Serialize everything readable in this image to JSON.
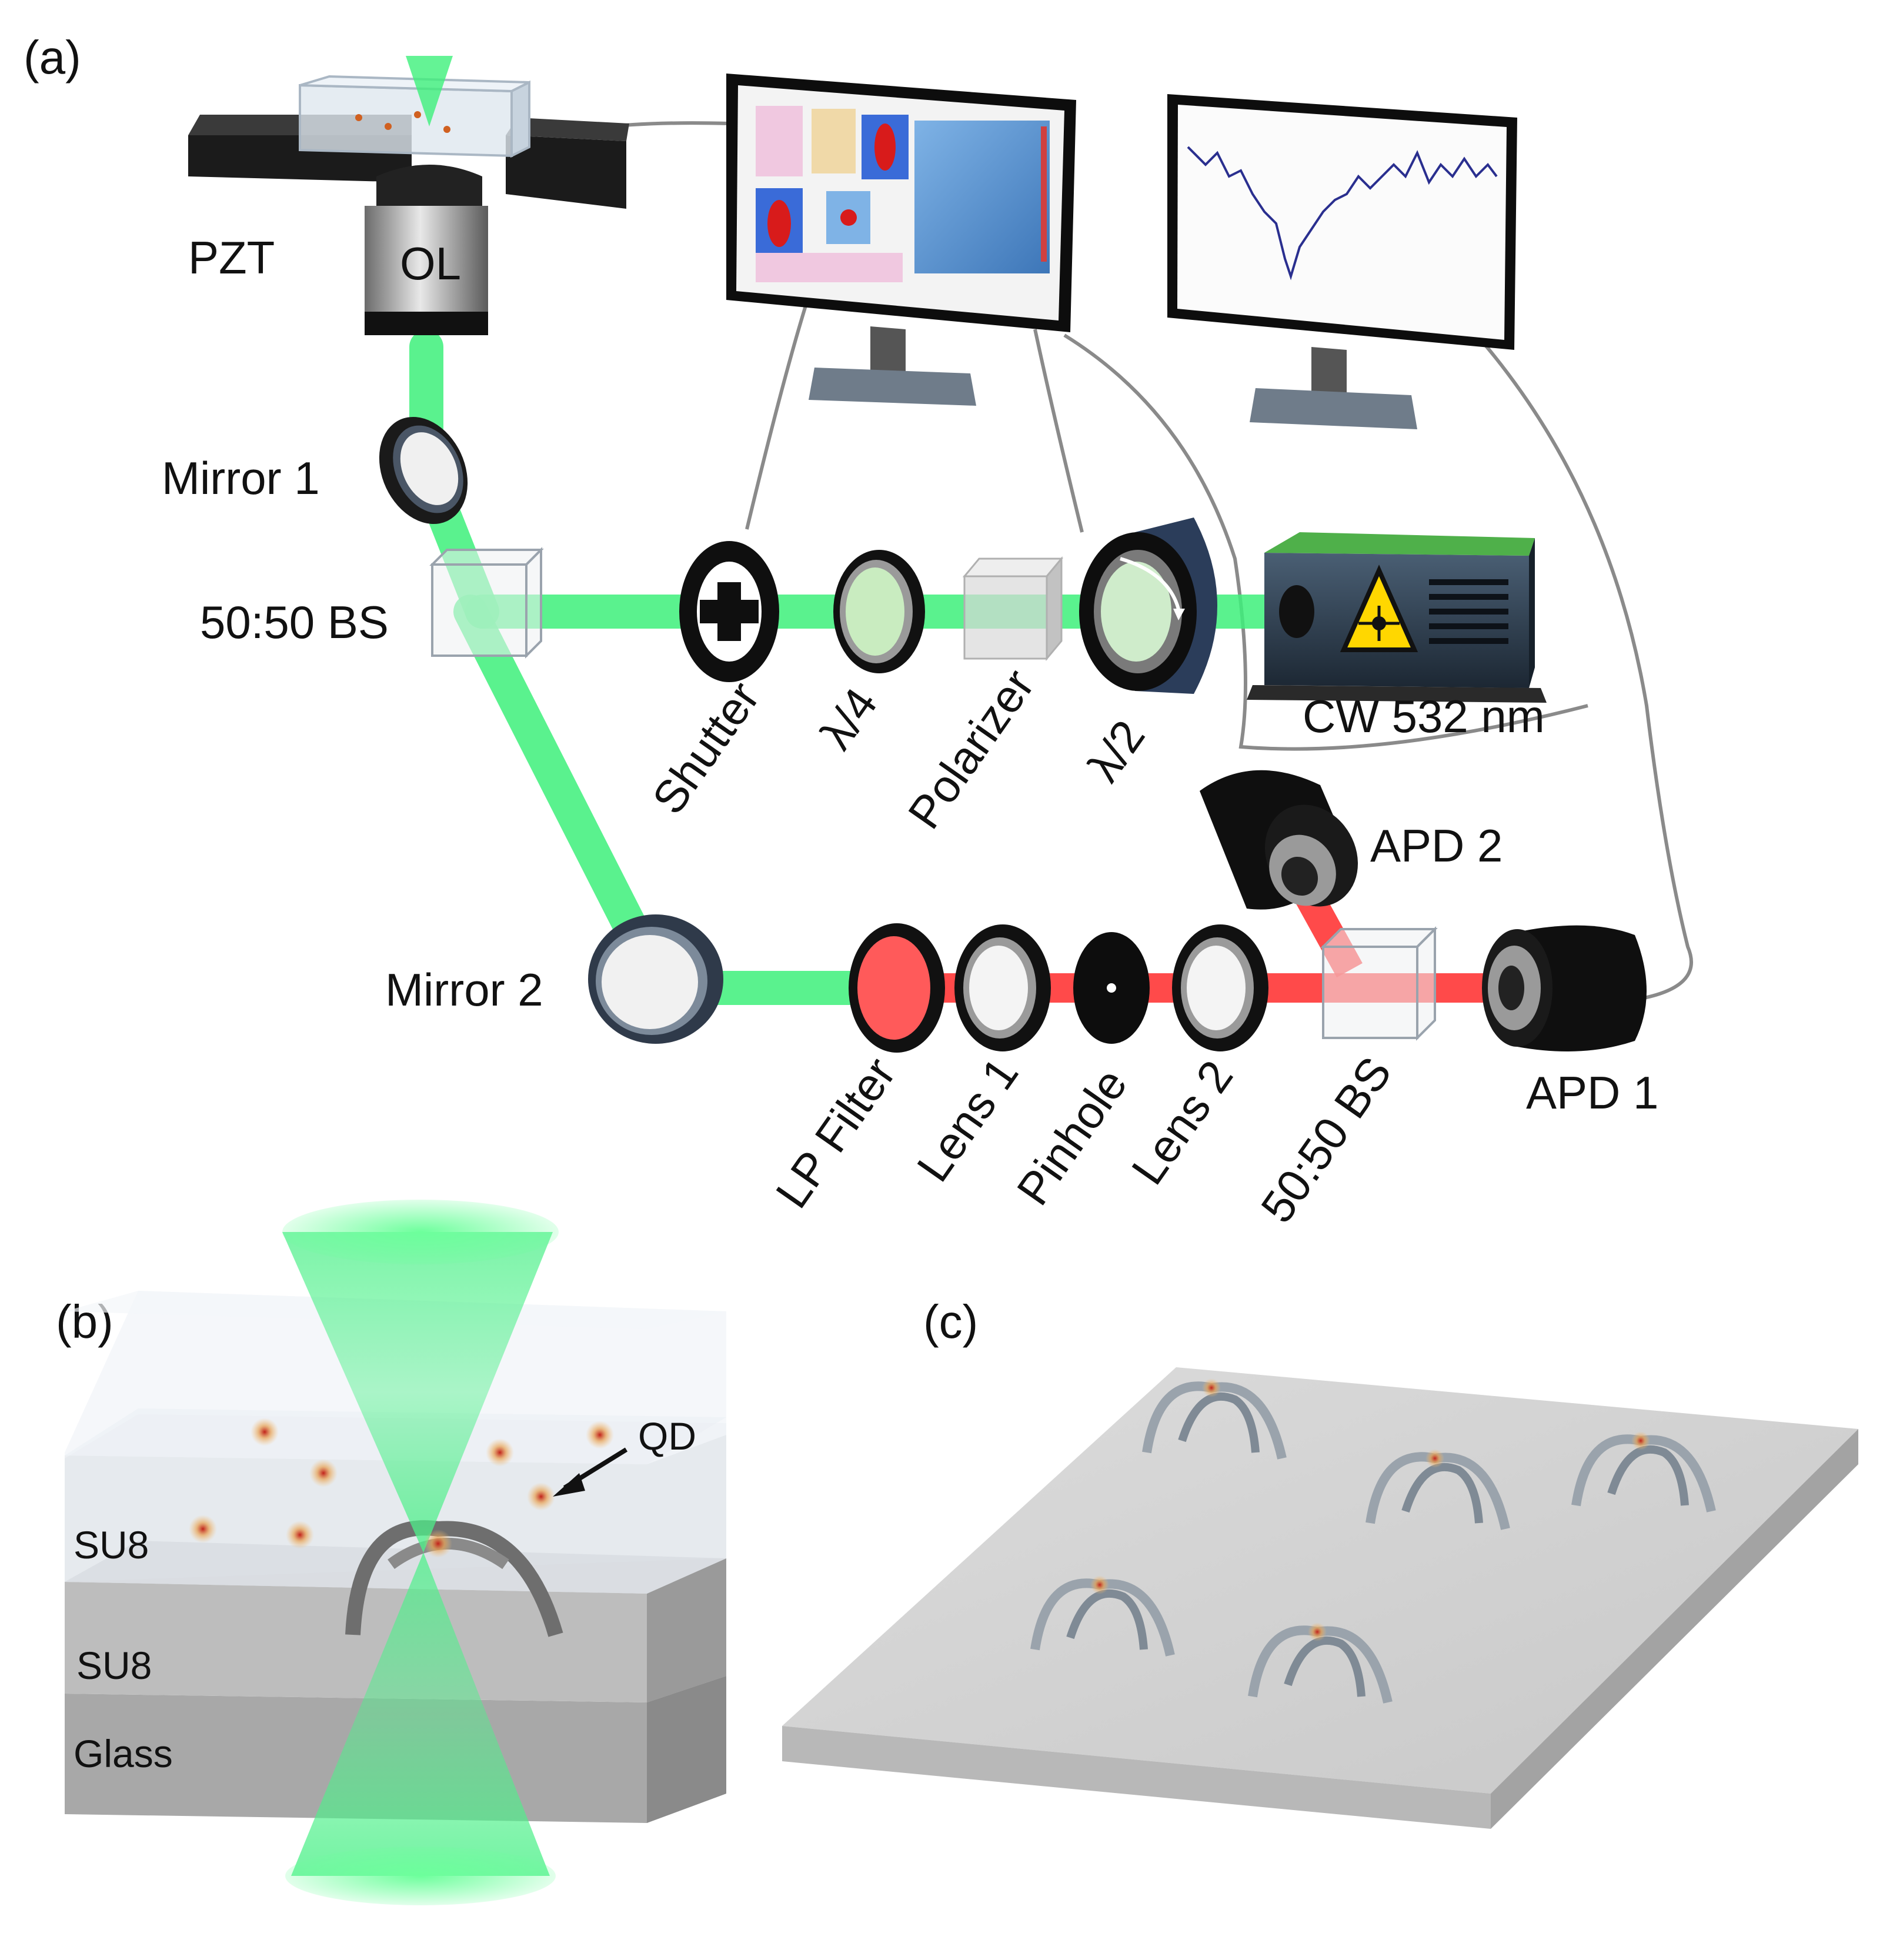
{
  "panels": {
    "a": "(a)",
    "b": "(b)",
    "c": "(c)"
  },
  "labels": {
    "pzt": "PZT",
    "ol": "OL",
    "mirror1": "Mirror 1",
    "bs1": "50:50 BS",
    "shutter": "Shutter",
    "quarter_wave": "λ/4",
    "polarizer": "Polarizer",
    "half_wave": "λ/2",
    "laser": "CW 532 nm",
    "apd2": "APD 2",
    "mirror2": "Mirror 2",
    "lp_filter": "LP Filter",
    "lens1": "Lens 1",
    "pinhole": "Pinhole",
    "lens2": "Lens 2",
    "bs2": "50:50 BS",
    "apd1": "APD 1"
  },
  "panel_b": {
    "qd": "QD",
    "su8_top": "SU8",
    "su8_bottom": "SU8",
    "glass": "Glass"
  },
  "colors": {
    "green_beam": "#3df07a",
    "red_beam": "#ff2a2a",
    "component_dark": "#111111",
    "laser_housing": "#2b3a4a"
  }
}
